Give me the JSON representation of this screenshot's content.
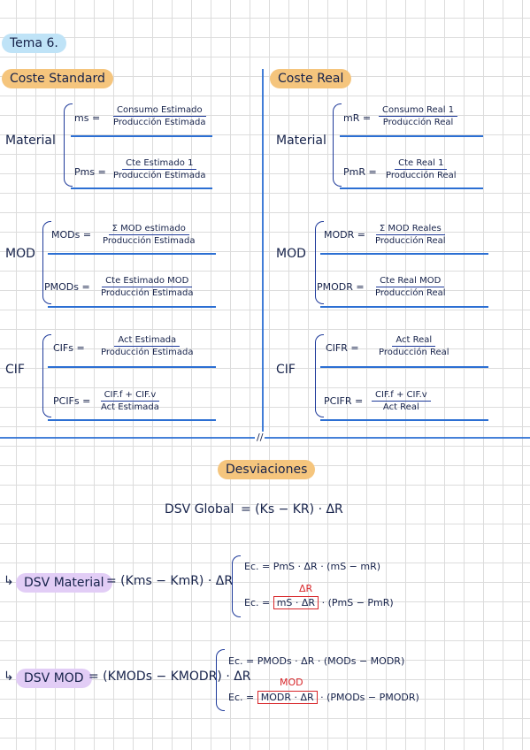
{
  "tema": "Tema 6.",
  "standard": {
    "header": "Coste Standard",
    "material": {
      "label": "Material",
      "f1": {
        "lhs": "ms =",
        "num": "Consumo Estimado",
        "den": "Producción Estimada"
      },
      "f2": {
        "lhs": "Pms =",
        "num": "Cte Estimado 1",
        "den": "Producción Estimada"
      }
    },
    "mod": {
      "label": "MOD",
      "f1": {
        "lhs": "MODs =",
        "num": "Σ MOD estimado",
        "den": "Producción Estimada"
      },
      "f2": {
        "lhs": "PMODs =",
        "num": "Cte Estimado MOD",
        "den": "Producción Estimada"
      }
    },
    "cif": {
      "label": "CIF",
      "f1": {
        "lhs": "CIFs =",
        "num": "Act Estimada",
        "den": "Producción Estimada"
      },
      "f2": {
        "lhs": "PCIFs =",
        "num": "CIF.f + CIF.v",
        "den": "Act Estimada"
      }
    }
  },
  "real": {
    "header": "Coste Real",
    "material": {
      "label": "Material",
      "f1": {
        "lhs": "mR =",
        "num": "Consumo Real 1",
        "den": "Producción Real"
      },
      "f2": {
        "lhs": "PmR =",
        "num": "Cte Real 1",
        "den": "Producción Real"
      }
    },
    "mod": {
      "label": "MOD",
      "f1": {
        "lhs": "MODR =",
        "num": "Σ MOD Reales",
        "den": "Producción Real"
      },
      "f2": {
        "lhs": "PMODR =",
        "num": "Cte Real MOD",
        "den": "Producción Real"
      }
    },
    "cif": {
      "label": "CIF",
      "f1": {
        "lhs": "CIFR =",
        "num": "Act Real",
        "den": "Producción Real"
      },
      "f2": {
        "lhs": "PCIFR =",
        "num": "CIF.f + CIF.v",
        "den": "Act Real"
      }
    }
  },
  "separator_mark": "//",
  "desviaciones": {
    "header": "Desviaciones",
    "global": {
      "label": "DSV Global",
      "formula": "= (Ks − KR) · ΔR"
    },
    "material": {
      "arrow": "↳",
      "label": "DSV Material",
      "formula": "= (Kms − KmR) · ΔR",
      "ec1": "Ec. = PmS · ΔR · (mS − mR)",
      "ec2_prefix": "Ec. =",
      "ec2_box": "mS · ΔR",
      "ec2_suffix": "· (PmS − PmR)",
      "ec2_red": "ΔR"
    },
    "mod": {
      "arrow": "↳",
      "label": "DSV MOD",
      "formula": "= (KMODs − KMODR) · ΔR",
      "ec1": "Ec. = PMODs · ΔR · (MODs − MODR)",
      "ec2_prefix": "Ec. =",
      "ec2_box": "MODR · ΔR",
      "ec2_suffix": "· (PMODs − PMODR)",
      "ec2_red": "MOD"
    }
  }
}
